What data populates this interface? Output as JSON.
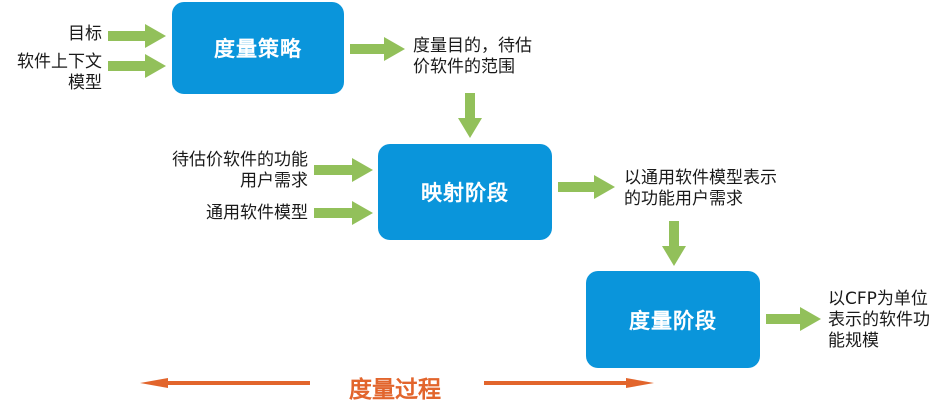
{
  "colors": {
    "box": "#0a95db",
    "arrow_green": "#92c05a",
    "arrow_orange": "#e2652c"
  },
  "boxes": {
    "strategy": "度量策略",
    "mapping": "映射阶段",
    "measure": "度量阶段"
  },
  "inputs": {
    "goal": "目标",
    "context_model": [
      "软件上下文",
      "模型"
    ],
    "fur": [
      "待估价软件的功能",
      "用户需求"
    ],
    "generic_model": "通用软件模型"
  },
  "outputs": {
    "purpose_scope": [
      "度量目的，待估",
      "价软件的范围"
    ],
    "fur_generic": [
      "以通用软件模型表示",
      "的功能用户需求"
    ],
    "cfp_size": [
      "以CFP为单位",
      "表示的软件功",
      "能规模"
    ]
  },
  "process_label": "度量过程"
}
